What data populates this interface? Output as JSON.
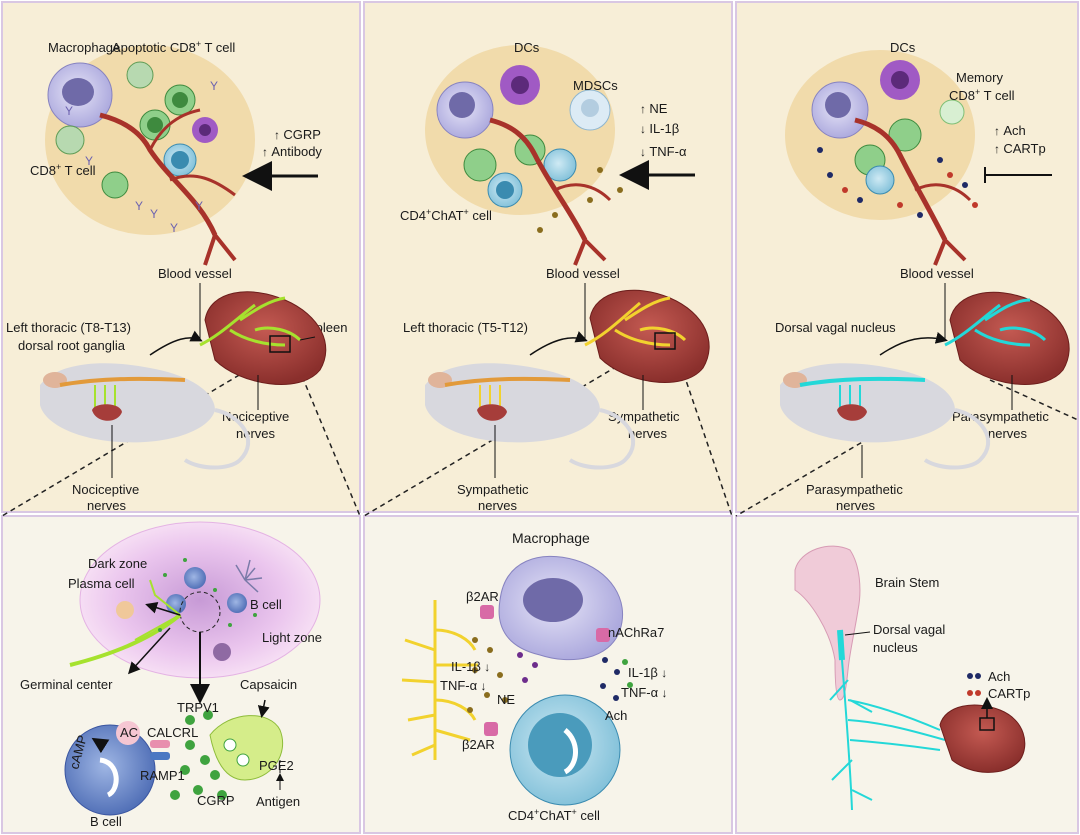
{
  "panel1": {
    "macrophage": "Macrophage",
    "apoptotic": "Apoptotic CD8",
    "apoptotic_sup": "+",
    "apoptotic_tail": " T cell",
    "cgrp": "CGRP",
    "antibody": "Antibody",
    "cd8": "CD8",
    "cd8_sup": "+",
    "cd8_tail": " T cell",
    "blood_vessel": "Blood vessel",
    "source_line1": "Left thoracic (T8-T13)",
    "source_line2": "dorsal root ganglia",
    "spleen": "Spleen",
    "nerve_line1": "Nociceptive",
    "nerve_line2": "nerves",
    "rat_nerve_line1": "Nociceptive",
    "rat_nerve_line2": "nerves"
  },
  "panel2": {
    "dcs": "DCs",
    "mdscs": "MDSCs",
    "ne": "NE",
    "il1b": "IL-1β",
    "tnfa": "TNF-α",
    "chat_cell_a": "CD4",
    "chat_cell_sup1": "+",
    "chat_cell_b": "ChAT",
    "chat_cell_sup2": "+",
    "chat_cell_c": " cell",
    "blood_vessel": "Blood vessel",
    "source": "Left thoracic (T5-T12)",
    "nerve_line1": "Sympathetic",
    "nerve_line2": "nerves",
    "rat_nerve_line1": "Sympathetic",
    "rat_nerve_line2": "nerves"
  },
  "panel3": {
    "dcs": "DCs",
    "memory_line1": "Memory",
    "memory_line2a": "CD8",
    "memory_sup": "+",
    "memory_line2b": " T cell",
    "ach": "Ach",
    "cartp": "CARTp",
    "blood_vessel": "Blood vessel",
    "source": "Dorsal vagal nucleus",
    "nerve_line1": "Parasympathetic",
    "nerve_line2": "nerves",
    "rat_nerve_line1": "Parasympathetic",
    "rat_nerve_line2": "nerves"
  },
  "panel4": {
    "dark_zone": "Dark zone",
    "plasma_cell": "Plasma cell",
    "b_cell_gc": "B cell",
    "light_zone": "Light zone",
    "germinal_center": "Germinal center",
    "capsaicin": "Capsaicin",
    "trpv1": "TRPV1",
    "ac": "AC",
    "calcrl": "CALCRL",
    "camp": "cAMP",
    "ramp1": "RAMP1",
    "pge2": "PGE2",
    "cgrp": "CGRP",
    "antigen": "Antigen",
    "b_cell": "B cell"
  },
  "panel5": {
    "macrophage": "Macrophage",
    "b2ar_top": "β2AR",
    "nachra7": "nAChRa7",
    "il1b_left": "IL-1β",
    "tnfa_left": "TNF-α",
    "ne": "NE",
    "il1b_right": "IL-1β",
    "tnfa_right": "TNF-α",
    "ach": "Ach",
    "b2ar_bottom": "β2AR",
    "chat_a": "CD4",
    "chat_sup1": "+",
    "chat_b": "ChAT",
    "chat_sup2": "+",
    "chat_c": " cell"
  },
  "panel6": {
    "brain_stem": "Brain Stem",
    "dvn_line1": "Dorsal vagal",
    "dvn_line2": "nucleus",
    "ach": "Ach",
    "cartp": "CARTp"
  },
  "colors": {
    "top_bg": "#f7eed7",
    "bottom_bg": "#f7f4ea",
    "border": "#d9c7e3",
    "nociceptive": "#a6e22e",
    "sympathetic": "#f2d22e",
    "parasympathetic": "#23d8d8",
    "vessel": "#a8322a",
    "spleen": "#a63d3a",
    "green_text": "#3fa33f",
    "purple_text": "#6d2d8c",
    "blue_text": "#3a7fc2",
    "orange_text": "#e08a1a",
    "magenta_text": "#c83cc8",
    "red_text": "#c0392b",
    "gray_text": "#9a9ac8"
  }
}
